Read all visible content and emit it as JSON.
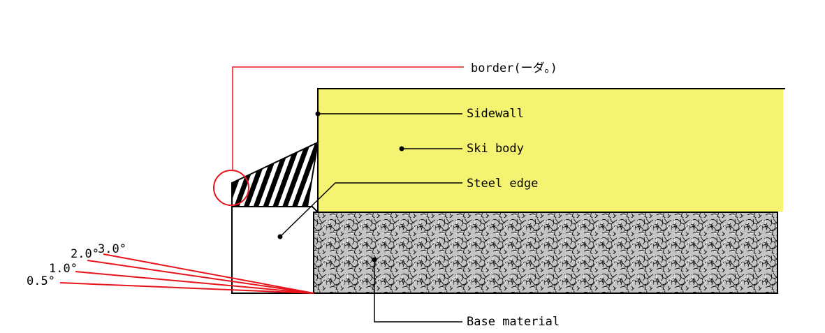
{
  "labels": {
    "border": "border(ーダ。)",
    "sidewall": "Sidewall",
    "ski_body": "Ski body",
    "steel_edge": "Steel edge",
    "base_material": "Base material"
  },
  "angles": [
    {
      "label": "0.5°",
      "degrees": 0.5
    },
    {
      "label": "1.0°",
      "degrees": 1.0
    },
    {
      "label": "2.0°",
      "degrees": 2.0
    },
    {
      "label": "3.0°",
      "degrees": 3.0
    }
  ],
  "colors": {
    "ski_body_fill": "#f5f472",
    "guide_line": "#e8141b",
    "outline": "#000000",
    "base_texture_bg": "#bdbdbd"
  }
}
